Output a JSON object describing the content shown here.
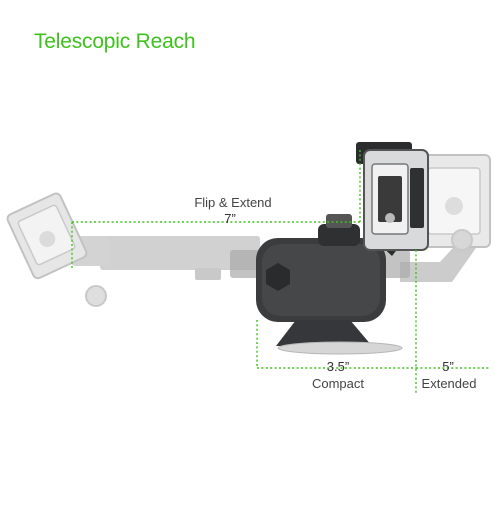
{
  "title": "Telescopic Reach",
  "accent_color": "#3ec21c",
  "dimensions": {
    "flip_extend": {
      "label": "Flip & Extend",
      "value": "7”"
    },
    "compact": {
      "value": "3.5”",
      "label": "Compact"
    },
    "extended": {
      "value": "5”",
      "label": "Extended"
    }
  }
}
